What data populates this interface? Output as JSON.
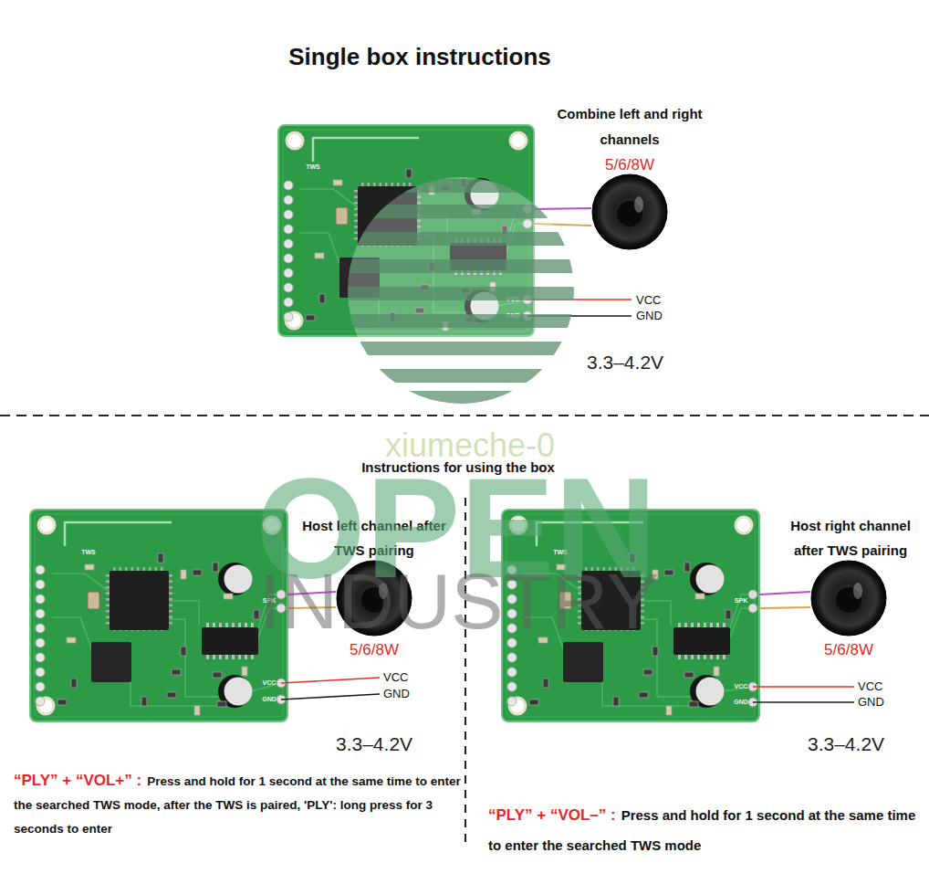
{
  "diagram": {
    "title": "Single box instructions",
    "nodes": [
      {
        "text": [
          "TWS",
          "VCC",
          "GND"
        ]
      },
      {
        "text": [
          "Combine left and right channels",
          "5/6/8W"
        ]
      },
      {
        "text": [
          "TWS",
          "SPK",
          "VCC",
          "GND"
        ]
      },
      {
        "text": [
          "Host left channel after TWS pairing",
          "5/6/8W"
        ]
      },
      {
        "text": [
          "TWS",
          "SPK",
          "VCC",
          "GND"
        ]
      },
      {
        "text": [
          "Host right channel after TWS pairing",
          "5/6/8W"
        ]
      }
    ],
    "edges": [
      {
        "from": 0,
        "to": 1,
        "arrow": "none"
      },
      {
        "from": 0,
        "to": 1,
        "arrow": "none"
      },
      {
        "from": 2,
        "to": 3,
        "arrow": "none"
      },
      {
        "from": 2,
        "to": 3,
        "arrow": "none"
      },
      {
        "from": 4,
        "to": 5,
        "arrow": "none"
      },
      {
        "from": 4,
        "to": 5,
        "arrow": "none"
      }
    ],
    "labels": [
      "VCC",
      "GND",
      "3.3–4.2V",
      "xiumeche-0",
      "OPEN",
      "INDUSTRY",
      "Instructions for using the box",
      "VCC",
      "GND",
      "3.3–4.2V",
      "VCC",
      "GND",
      "3.3–4.2V",
      "“PLY” + “VOL+” :",
      "Press and hold for 1 second at the same time to enter the searched TWS mode, after the TWS is paired, 'PLY': long press for 3 seconds to enter",
      "“PLY” + “VOL–” :",
      "Press and hold for 1 second at the same time to enter the searched TWS mode"
    ]
  }
}
